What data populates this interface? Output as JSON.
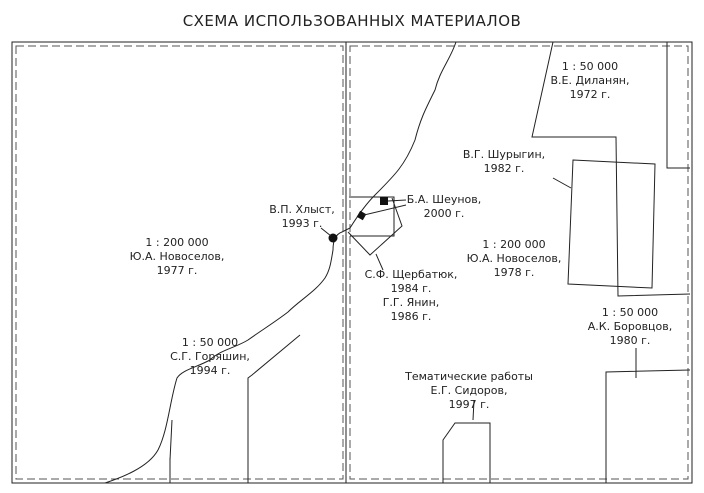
{
  "title": "СХЕМА ИСПОЛЬЗОВАННЫХ МАТЕРИАЛОВ",
  "areas": [
    {
      "id": "novoselov-1977",
      "lines": [
        "1 : 200 000",
        "Ю.А. Новоселов,",
        "1977 г."
      ]
    },
    {
      "id": "goryashin",
      "lines": [
        "1 : 50 000",
        "С.Г. Горяшин,",
        "1994 г."
      ]
    },
    {
      "id": "khlyst",
      "lines": [
        "В.П. Хлыст,",
        "1993 г."
      ]
    },
    {
      "id": "sheunov",
      "lines": [
        "Б.А. Шеунов,",
        "2000 г."
      ]
    },
    {
      "id": "shcherbatyuk",
      "lines": [
        "С.Ф. Щербатюк,",
        "1984 г.",
        "Г.Г. Янин,",
        "1986 г."
      ]
    },
    {
      "id": "novoselov-1978",
      "lines": [
        "1 : 200 000",
        "Ю.А. Новоселов,",
        "1978 г."
      ]
    },
    {
      "id": "dilanyan",
      "lines": [
        "1 : 50 000",
        "В.Е. Диланян,",
        "1972 г."
      ]
    },
    {
      "id": "shurygin",
      "lines": [
        "В.Г. Шурыгин,",
        "1982 г."
      ]
    },
    {
      "id": "borovtsov",
      "lines": [
        "1 : 50 000",
        "А.К. Боровцов,",
        "1980 г."
      ]
    },
    {
      "id": "sidorov",
      "lines": [
        "Тематические работы",
        "Е.Г. Сидоров,",
        "1997 г."
      ]
    }
  ]
}
